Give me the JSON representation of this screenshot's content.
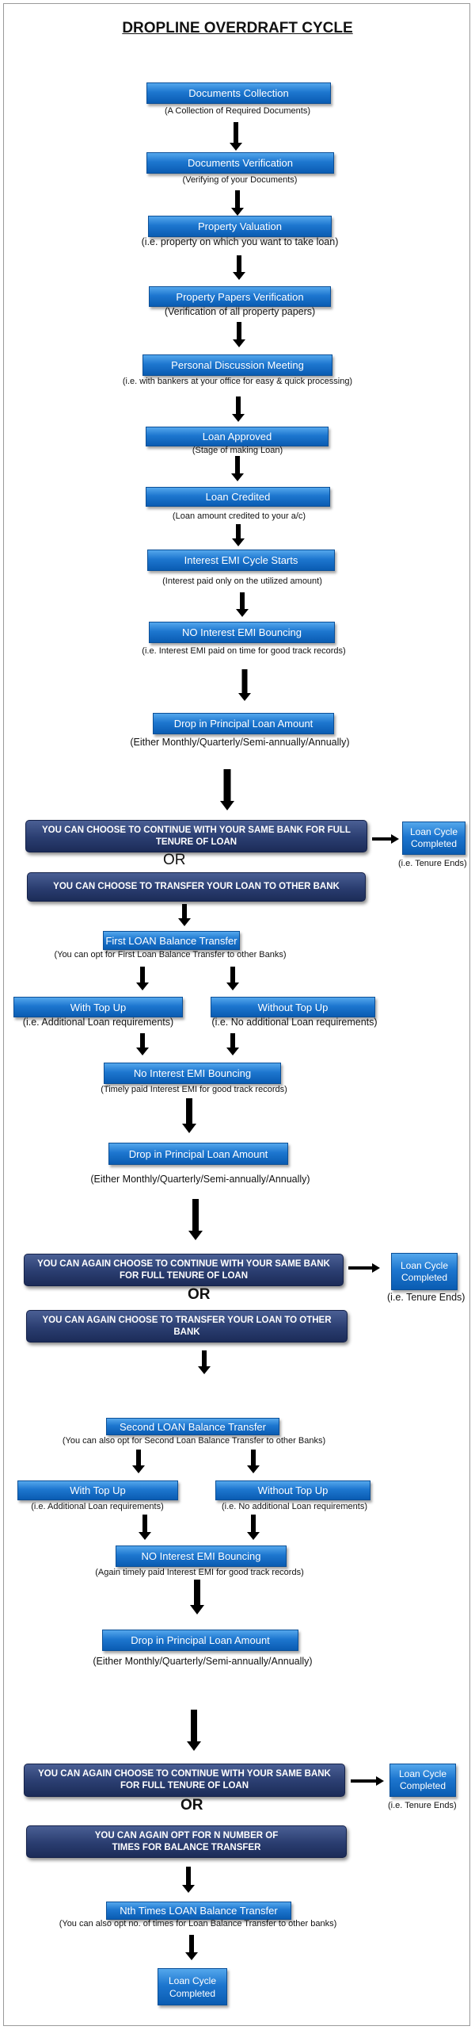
{
  "title": "DROPLINE OVERDRAFT CYCLE",
  "steps": {
    "documents_collection": {
      "label": "Documents Collection",
      "caption": "(A Collection of Required Documents)"
    },
    "documents_verification": {
      "label": "Documents Verification",
      "caption": "(Verifying of your Documents)"
    },
    "property_valuation": {
      "label": "Property Valuation",
      "caption": "(i.e. property on which you want to take loan)"
    },
    "property_papers": {
      "label": "Property Papers Verification",
      "caption": "(Verification of all property papers)"
    },
    "personal_meeting": {
      "label": "Personal Discussion Meeting",
      "caption": "(i.e. with bankers at your office for easy & quick processing)"
    },
    "loan_approved": {
      "label": "Loan Approved",
      "caption": "(Stage of making Loan)"
    },
    "loan_credited": {
      "label": "Loan Credited",
      "caption": "(Loan amount credited to your a/c)"
    },
    "emi_starts": {
      "label": "Interest EMI Cycle Starts",
      "caption": "(Interest paid only on the utilized amount)"
    },
    "no_bouncing_1": {
      "label": "NO Interest EMI Bouncing",
      "caption": "(i.e. Interest EMI paid on time for good track records)"
    },
    "drop_1": {
      "label": "Drop in Principal Loan Amount",
      "caption": "(Either Monthly/Quarterly/Semi-annually/Annually)"
    }
  },
  "choice_1": {
    "continue": "YOU CAN CHOOSE TO CONTINUE WITH YOUR SAME BANK FOR FULL TENURE OF LOAN",
    "or": "OR",
    "transfer": "YOU CAN CHOOSE TO TRANSFER YOUR LOAN TO OTHER BANK",
    "completed": "Loan Cycle Completed",
    "completed_caption": "(i.e. Tenure Ends)"
  },
  "transfer_1": {
    "label": "First LOAN Balance Transfer",
    "caption": "(You can opt for First Loan Balance Transfer to other Banks)",
    "with_top_up": "With Top Up",
    "with_top_up_caption": "(i.e. Additional Loan requirements)",
    "without_top_up": "Without Top Up",
    "without_top_up_caption": "(i.e. No additional Loan requirements)",
    "bouncing": "No Interest EMI Bouncing",
    "bouncing_caption": "(Timely paid Interest EMI for good track records)",
    "drop": "Drop in Principal Loan Amount",
    "drop_caption": "(Either Monthly/Quarterly/Semi-annually/Annually)"
  },
  "choice_2": {
    "continue": "YOU CAN AGAIN CHOOSE TO CONTINUE WITH YOUR SAME BANK FOR FULL TENURE OF LOAN",
    "or": "OR",
    "transfer": "YOU CAN AGAIN CHOOSE TO TRANSFER YOUR LOAN TO OTHER BANK",
    "completed": "Loan Cycle Completed",
    "completed_caption": "(i.e. Tenure Ends)"
  },
  "transfer_2": {
    "label": "Second LOAN Balance Transfer",
    "caption": "(You can also opt for Second Loan Balance Transfer to other Banks)",
    "with_top_up": "With Top Up",
    "with_top_up_caption": "(i.e. Additional Loan requirements)",
    "without_top_up": "Without Top Up",
    "without_top_up_caption": "(i.e. No additional Loan requirements)",
    "bouncing": "NO Interest EMI Bouncing",
    "bouncing_caption": "(Again timely paid Interest EMI for good track records)",
    "drop": "Drop in Principal Loan Amount",
    "drop_caption": "(Either Monthly/Quarterly/Semi-annually/Annually)"
  },
  "choice_3": {
    "continue": "YOU CAN AGAIN CHOOSE TO CONTINUE WITH YOUR SAME BANK FOR FULL TENURE OF LOAN",
    "or": "OR",
    "transfer": "YOU CAN AGAIN OPT FOR N NUMBER OF TIMES FOR BALANCE TRANSFER",
    "completed": "Loan Cycle Completed",
    "completed_caption": "(i.e. Tenure Ends)"
  },
  "transfer_n": {
    "label": "Nth Times LOAN Balance Transfer",
    "caption": "(You can also opt no. of times for Loan Balance Transfer to other banks)",
    "completed": "Loan Cycle Completed"
  },
  "colors": {
    "blue_box": "#1d76cf",
    "dark_box": "#2a3d70",
    "arrow": "#000000"
  }
}
